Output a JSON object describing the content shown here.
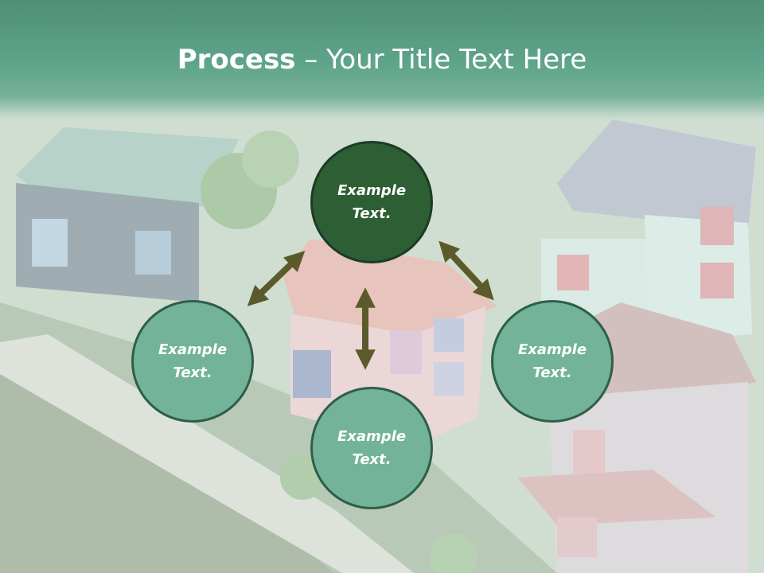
{
  "slide": {
    "title_bold": "Process",
    "title_rest": " – Your Title Text Here"
  },
  "diagram": {
    "nodes": [
      {
        "id": "top",
        "label_line1": "Example",
        "label_line2": "Text."
      },
      {
        "id": "left",
        "label_line1": "Example",
        "label_line2": "Text."
      },
      {
        "id": "right",
        "label_line1": "Example",
        "label_line2": "Text."
      },
      {
        "id": "bottom",
        "label_line1": "Example",
        "label_line2": "Text."
      }
    ],
    "colors": {
      "center_fill": "#2d5e34",
      "node_fill": "#72b39a",
      "node_border": "#2f5e48",
      "arrow": "#5a5a2a"
    }
  }
}
